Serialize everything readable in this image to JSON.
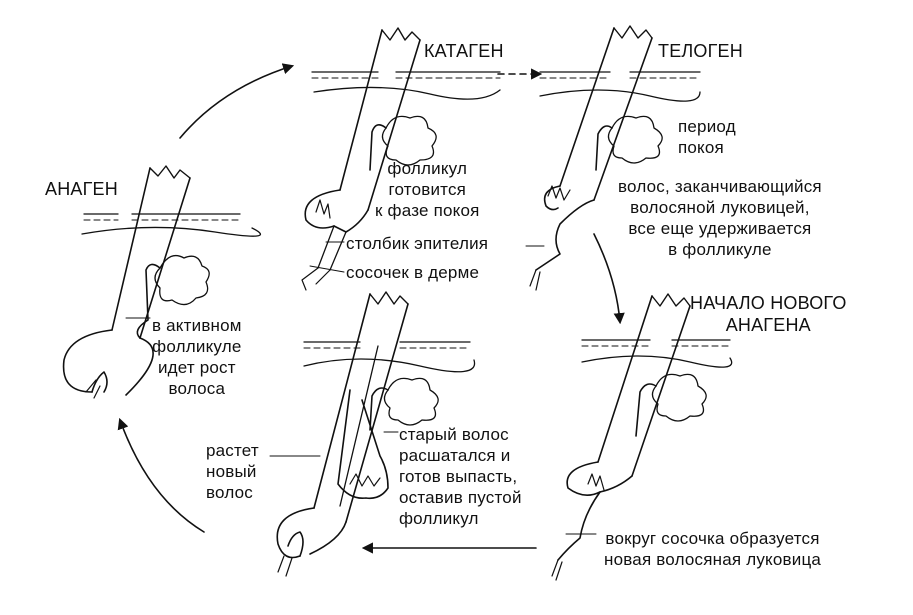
{
  "stages": {
    "anagen": {
      "title": "АНАГЕН",
      "note": [
        "в активном",
        "фолликуле",
        "идет рост",
        "волоса"
      ]
    },
    "catagen": {
      "title": "КАТАГЕН",
      "note": [
        "фолликул",
        "готовится",
        "к фазе покоя"
      ],
      "epithelium": "столбик эпителия",
      "papilla": "сосочек в дерме"
    },
    "telogen": {
      "title": "ТЕЛОГЕН",
      "rest": [
        "период",
        "покоя"
      ],
      "note": [
        "волос, заканчивающийся",
        "волосяной луковицей,",
        "все еще удерживается",
        "в фолликуле"
      ]
    },
    "new_anagen": {
      "title": [
        "НАЧАЛО НОВОГО",
        "АНАГЕНА"
      ],
      "note": [
        "вокруг сосочка образуется",
        "новая волосяная луковица"
      ]
    },
    "shedding": {
      "new_hair": [
        "растет",
        "новый",
        "волос"
      ],
      "old_hair": [
        "старый волос",
        "расшатался и",
        "готов выпасть,",
        "оставив пустой",
        "фолликул"
      ]
    }
  },
  "colors": {
    "ink": "#111111",
    "background": "#ffffff"
  }
}
